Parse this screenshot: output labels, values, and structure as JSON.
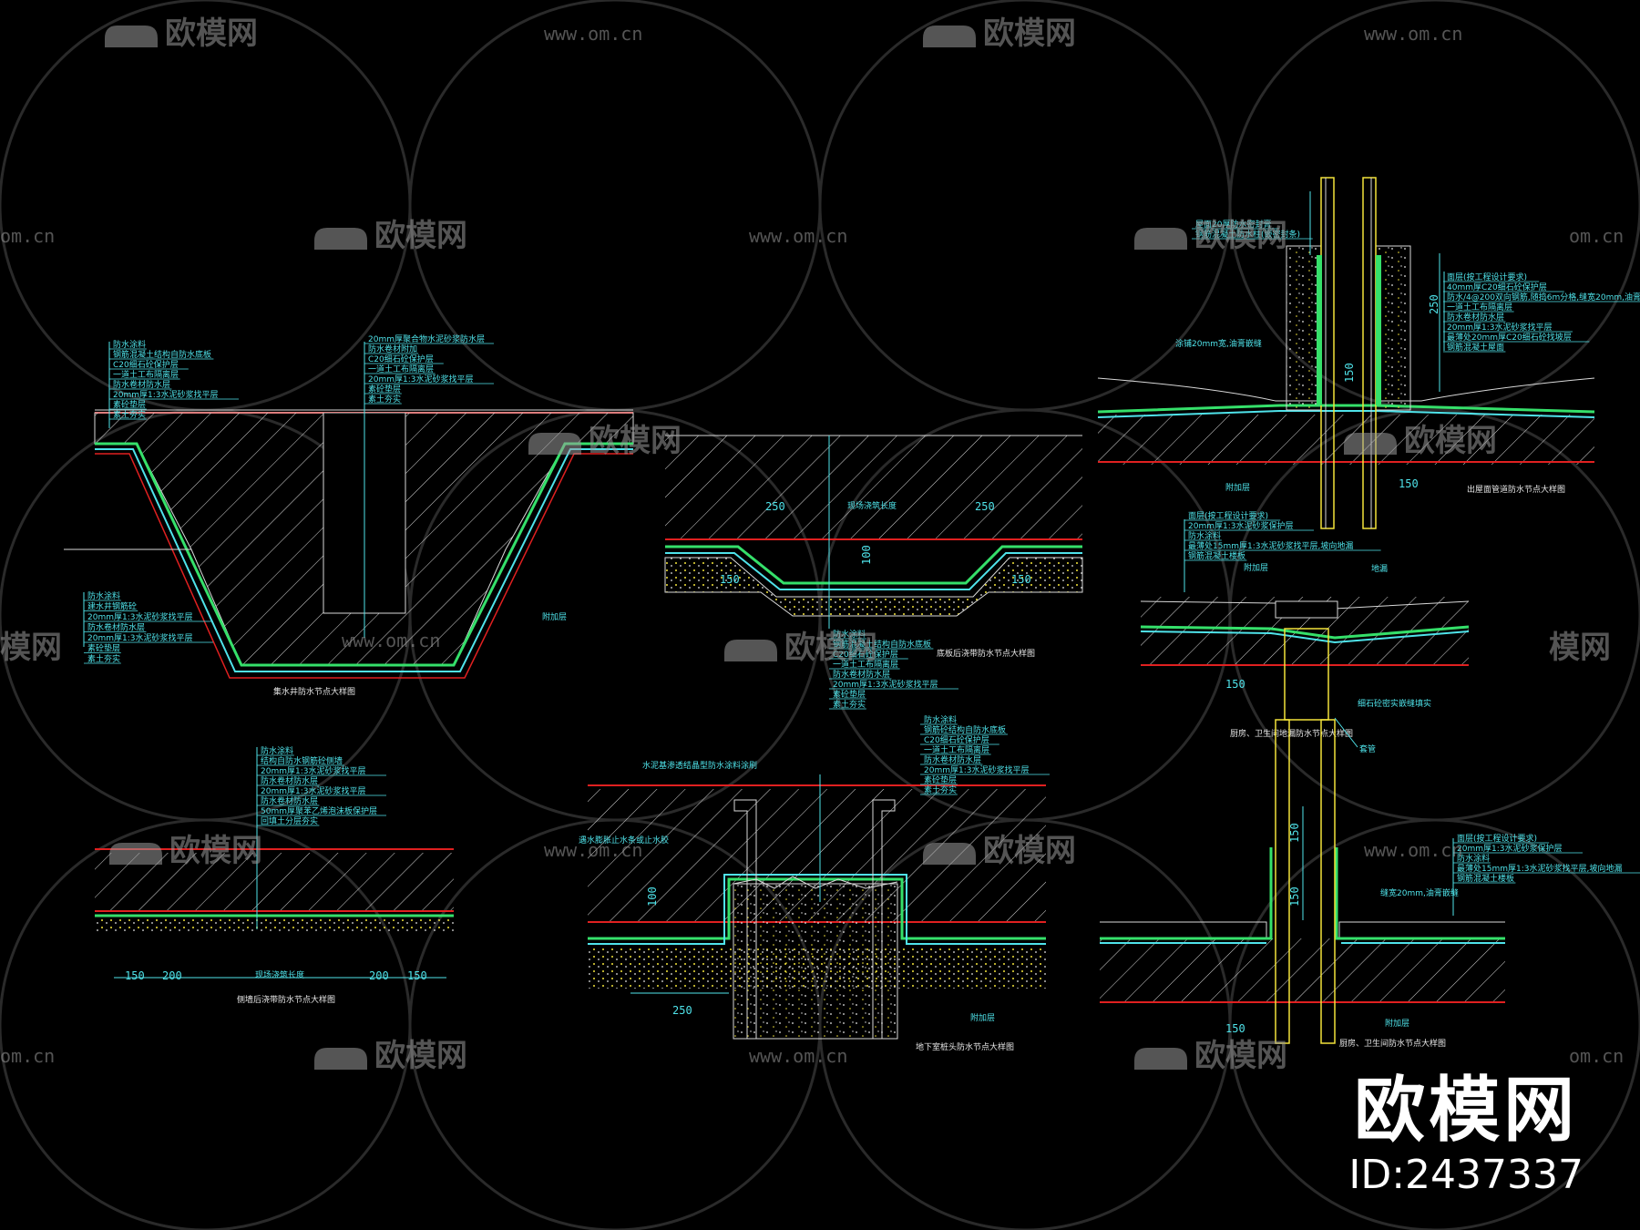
{
  "watermark": {
    "brand": "欧模网",
    "url": "www.om.cn",
    "url_short": "om.cn",
    "brand_fragment": "模网",
    "brand_id": "ID:2437337"
  },
  "colors": {
    "background": "#000000",
    "cyan": "#4fe3ea",
    "red": "#e02020",
    "yellow": "#f2e33a",
    "green": "#35e06a",
    "white": "#ffffff",
    "grey": "#9a9a9a"
  },
  "drawings": {
    "pit": {
      "title": "集水井防水节点大样图",
      "leaders_top": [
        "防水涂料",
        "钢筋混凝土结构自防水底板",
        "C20细石砼保护层",
        "一道土工布隔离层",
        "防水卷材防水层",
        "20mm厚1:3水泥砂浆找平层",
        "素砼垫层",
        "素土夯实"
      ],
      "leaders_mid": [
        "20mm厚聚合物水泥砂浆防水层",
        "防水卷材附加",
        "C20细石砼保护层",
        "一道土工布隔离层",
        "20mm厚1:3水泥砂浆找平层",
        "素砼垫层",
        "素土夯实"
      ],
      "leaders_left": [
        "防水涂料",
        "建水井钢筋砼",
        "20mm厚1:3水泥砂浆找平层",
        "防水卷材防水层",
        "20mm厚1:3水泥砂浆找平层",
        "素砼垫层",
        "素土夯实"
      ],
      "extra_label": "附加层"
    },
    "post_pour_slab": {
      "title": "底板后浇带防水节点大样图",
      "dims": [
        "250",
        "250",
        "150",
        "150",
        "100"
      ],
      "center_label": "现场浇筑长度",
      "leaders": [
        "防水涂料",
        "钢筋混凝土结构自防水底板",
        "C20细石砼保护层",
        "一道土工布隔离层",
        "防水卷材防水层",
        "20mm厚1:3水泥砂浆找平层",
        "素砼垫层",
        "素土夯实"
      ]
    },
    "pipe_roof": {
      "title": "出屋面管道防水节点大样图",
      "dims": [
        "250",
        "150",
        "150"
      ],
      "leaders_top": [
        "屋面20厚防水密封膏",
        "钢筋混凝土防水柱(嵌密封条)"
      ],
      "leaders_right": [
        "面层(按工程设计要求)",
        "40mm厚C20细石砼保护层",
        "防水/4@200双向钢筋,随捣6m分格,缝宽20mm,油膏嵌缝",
        "一道土工布隔离层",
        "防水卷材防水层",
        "20mm厚1:3水泥砂浆找平层",
        "最薄处20mm厚C20细石砼找坡层",
        "钢筋混凝土屋面"
      ],
      "leader_left": "涂铺20mm宽,油膏嵌缝",
      "extra_label": "附加层"
    },
    "drain": {
      "title": "厨房、卫生间地漏防水节点大样图",
      "dims": [
        "150"
      ],
      "leaders": [
        "面层(按工程设计要求)",
        "20mm厚1:3水泥砂浆保护层",
        "防水涂料",
        "最薄处15mm厚1:3水泥砂浆找平层,坡向地漏",
        "钢筋混凝土楼板"
      ],
      "label_left": "附加层",
      "label_top": "地漏",
      "label_bottom": "细石砼密实嵌缝填实"
    },
    "post_pour_wall": {
      "title": "侧墙后浇带防水节点大样图",
      "dims": [
        "150",
        "200",
        "现场浇筑长度",
        "200",
        "150"
      ],
      "leaders": [
        "防水涂料",
        "结构自防水钢筋砼侧墙",
        "20mm厚1:3水泥砂浆找平层",
        "防水卷材防水层",
        "20mm厚1:3水泥砂浆找平层",
        "防水卷材防水层",
        "50mm厚聚苯乙烯泡沫板保护层",
        "回填土分层夯实"
      ]
    },
    "pile_head": {
      "title": "地下室桩头防水节点大样图",
      "dims": [
        "100",
        "250"
      ],
      "label_top": "水泥基渗透结晶型防水涂料涂刷",
      "label_left": "遇水膨胀止水条或止水胶",
      "label_right": "附加层",
      "leaders": [
        "防水涂料",
        "钢筋砼结构自防水底板",
        "C20细石砼保护层",
        "一道土工布隔离层",
        "防水卷材防水层",
        "20mm厚1:3水泥砂浆找平层",
        "素砼垫层",
        "素土夯实"
      ]
    },
    "wet_pipe": {
      "title": "厨房、卫生间防水节点大样图",
      "dims": [
        "150",
        "150",
        "150"
      ],
      "label_top": "套管",
      "leaders": [
        "面层(按工程设计要求)",
        "20mm厚1:3水泥砂浆保护层",
        "防水涂料",
        "最薄处15mm厚1:3水泥砂浆找平层,坡向地漏",
        "钢筋混凝土楼板"
      ],
      "label_mid": "缝宽20mm,油膏嵌缝",
      "extra_label": "附加层"
    }
  }
}
